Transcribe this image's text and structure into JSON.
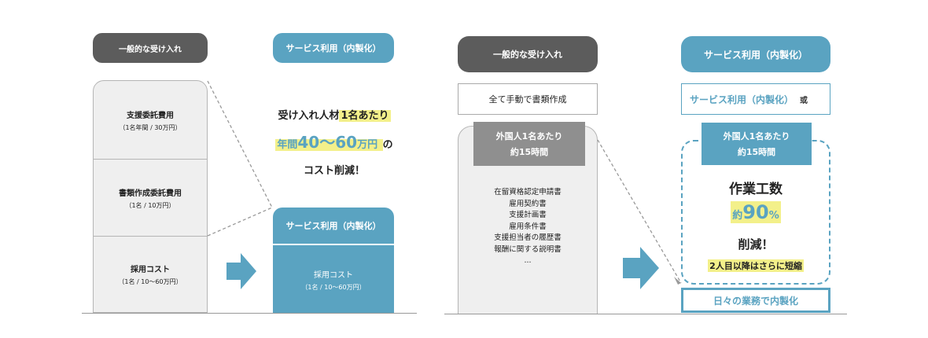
{
  "left": {
    "header_general": "一般的な受け入れ",
    "header_service": "サービス利用（内製化）",
    "cost_items": [
      {
        "title": "支援委託費用",
        "sub": "（1名年間 / 30万円）"
      },
      {
        "title": "書類作成委託費用",
        "sub": "（1名 / 10万円）"
      },
      {
        "title": "採用コスト",
        "sub": "（1名 / 10〜60万円）"
      }
    ],
    "tagline1_pre": "受け入れ人材",
    "tagline1_hl": "1名あたり",
    "tagline2_pre": "年間",
    "tagline2_big": "40〜60",
    "tagline2_unit": "万円",
    "tagline2_post": "の",
    "tagline3": "コスト削減！",
    "service_box_header": "サービス利用（内製化）",
    "service_box_title": "採用コスト",
    "service_box_sub": "（1名 / 10〜60万円）"
  },
  "right": {
    "header_general": "一般的な受け入れ",
    "header_service": "サービス利用（内製化）",
    "manual_box": "全て手動で書類作成",
    "service_outline": "サービス利用（内製化）",
    "service_outline_extra": "或",
    "gray_badge_l1": "外国人1名あたり",
    "gray_badge_l2": "約15時間",
    "documents": [
      "在留資格認定申請書",
      "雇用契約書",
      "支援計画書",
      "雇用条件書",
      "支援担当者の履歴書",
      "報酬に関する説明書",
      "..."
    ],
    "blue_badge_l1": "外国人1名あたり",
    "blue_badge_l2": "約15時間",
    "work_label": "作業工数",
    "reduction_pre": "約",
    "reduction_num": "90",
    "reduction_unit": "%",
    "reduction_post": "削減！",
    "second_note": "2人目以降はさらに短縮",
    "inhouse": "日々の業務で内製化"
  },
  "colors": {
    "accent": "#5aa3c1",
    "dark": "#5c5c5c",
    "gray": "#8f8f8f",
    "highlight": "#f3f08a",
    "panel": "#efefef"
  }
}
